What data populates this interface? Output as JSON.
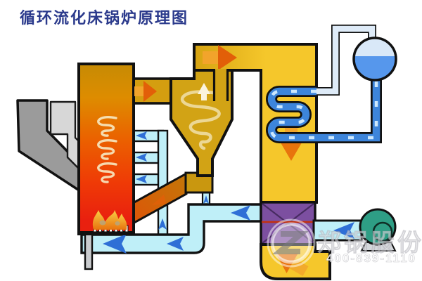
{
  "title": "循环流化床锅炉原理图",
  "watermark": {
    "brand": "郑锅股份",
    "phone": "400-839-1110"
  },
  "diagram": {
    "type": "process-schematic",
    "subject": "circulating fluidized bed boiler working principle",
    "components": [
      "coal feed chutes",
      "furnace (fluidized bed)",
      "furnace swirl markers",
      "bed flames and air nozzles",
      "crossover flue duct",
      "cyclone separator",
      "vortex finder",
      "dipleg and loop seal",
      "return leg to furnace",
      "convection backpass",
      "superheater coil",
      "steam pipe",
      "steam drum",
      "downcomer",
      "air preheater",
      "flue gas outlet elbow",
      "primary air fan",
      "hot air ducts",
      "secondary air manifold",
      "ash drain pipe"
    ],
    "colors": {
      "title_text": "#2B3A8C",
      "furnace_top_gold": "#C68B04",
      "furnace_hot_red": "#E9200F",
      "cyclone_gold": "#D2A315",
      "backpass_yellow": "#F5C72B",
      "air_duct_cyan": "#BFEFF8",
      "flow_arrow_blue": "#2F6FD6",
      "steam_pipe_blue": "#3D85DB",
      "drum_water_blue": "#5697EC",
      "air_preheater_purple": "#7C4FA0",
      "fan_teal": "#2E9E85",
      "chute_gray_dark": "#9B9B9B",
      "chute_gray_light": "#D7D7D7",
      "outline": "#111111"
    }
  }
}
